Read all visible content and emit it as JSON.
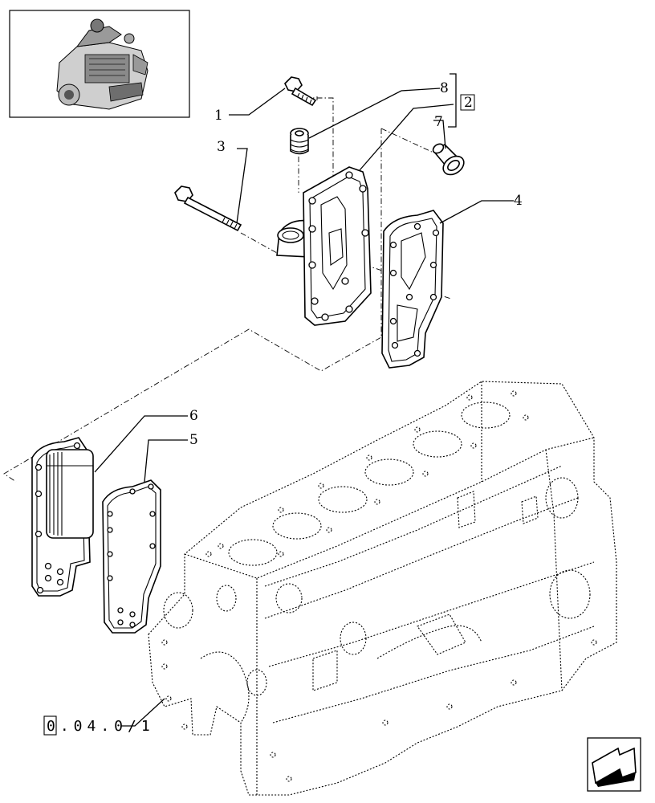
{
  "callouts": {
    "c1": "1",
    "c2": "2",
    "c3": "3",
    "c4": "4",
    "c5": "5",
    "c6": "6",
    "c7": "7",
    "c8": "8"
  },
  "reference": {
    "code": "0.04.0/1"
  },
  "icons": {
    "thumbnail": "engine-thumbnail-icon",
    "nav": "navigation-arrow-icon"
  }
}
